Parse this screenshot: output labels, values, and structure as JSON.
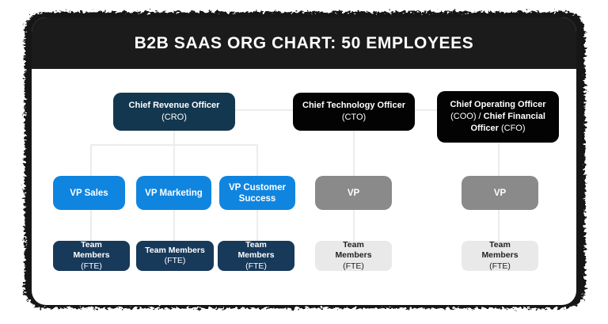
{
  "title": "B2B SAAS ORG CHART: 50 EMPLOYEES",
  "colors": {
    "headerbg": "#1b1b1b",
    "frame": "#151515",
    "navy": "#13374f",
    "navy2": "#17395a",
    "black": "#030303",
    "blue": "#0f85e0",
    "gray": "#8a8a8a",
    "lightgray": "#e9e9e9",
    "darktext": "#222222",
    "line": "#ececec"
  },
  "org": {
    "executives": [
      {
        "title": "Chief Revenue Officer",
        "subtitle": "(CRO)"
      },
      {
        "title": "Chief Technology Officer",
        "subtitle": "(CTO)"
      },
      {
        "bold1": "Chief Operating Officer",
        "reg1": " (COO) / ",
        "bold2": "Chief Financial Officer",
        "reg2": " (CFO)"
      }
    ],
    "vps": [
      {
        "label": "VP Sales"
      },
      {
        "label": "VP Marketing"
      },
      {
        "label": "VP Customer Success"
      },
      {
        "label": "VP"
      },
      {
        "label": "VP"
      }
    ],
    "teams": [
      {
        "title": "Team Members",
        "subtitle": "(FTE)"
      },
      {
        "title": "Team Members",
        "subtitle": "(FTE)"
      },
      {
        "title": "Team Members",
        "subtitle": "(FTE)"
      },
      {
        "title": "Team Members",
        "subtitle": "(FTE)"
      },
      {
        "title": "Team Members",
        "subtitle": "(FTE)"
      }
    ]
  }
}
